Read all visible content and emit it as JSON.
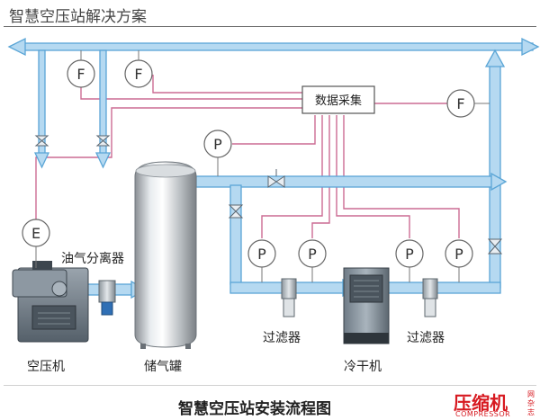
{
  "header": {
    "title": "智慧空压站解决方案"
  },
  "diagram": {
    "data_collection_box": "数据采集",
    "instruments": {
      "flow_meter_1": "F",
      "flow_meter_2": "F",
      "flow_meter_main": "F",
      "pressure_tank": "P",
      "pressure_1": "P",
      "pressure_2": "P",
      "pressure_3": "P",
      "pressure_4": "P",
      "energy_meter": "E"
    },
    "labels": {
      "oil_separator": "油气分离器",
      "compressor": "空压机",
      "tank": "储气罐",
      "filter_1": "过滤器",
      "dryer": "冷干机",
      "filter_2": "过滤器"
    }
  },
  "footer": {
    "caption": "智慧空压站安装流程图",
    "logo_main": "压缩机",
    "logo_seal": "网 杂志",
    "logo_sub": "COMPRESSOR"
  },
  "colors": {
    "pipe_fill": "#b5d9f1",
    "pipe_stroke": "#5aa5d6",
    "signal_line": "#cc6b93",
    "brand_red": "#d71920"
  }
}
